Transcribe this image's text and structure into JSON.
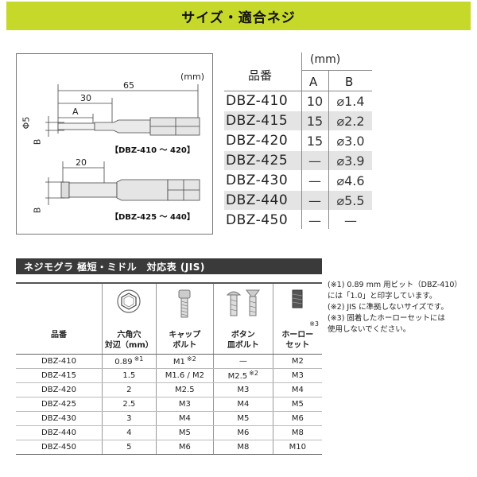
{
  "header": {
    "title": "サイズ・適合ネジ"
  },
  "diagram": {
    "unit": "(mm)",
    "dim_65": "65",
    "dim_30": "30",
    "dim_A": "A",
    "dim_phi5": "Φ5",
    "dim_B_top": "B",
    "caption_top": "【DBZ-410 ～ 420】",
    "dim_20": "20",
    "dim_B_bottom": "B",
    "caption_bottom": "【DBZ-425 ～ 440】"
  },
  "spec_table": {
    "unit": "(mm)",
    "col_code": "品番",
    "col_a": "A",
    "col_b": "B",
    "rows": [
      {
        "code": "DBZ-410",
        "a": "10",
        "b": "⌀1.4"
      },
      {
        "code": "DBZ-415",
        "a": "15",
        "b": "⌀2.2"
      },
      {
        "code": "DBZ-420",
        "a": "15",
        "b": "⌀3.0"
      },
      {
        "code": "DBZ-425",
        "a": "—",
        "b": "⌀3.9"
      },
      {
        "code": "DBZ-430",
        "a": "—",
        "b": "⌀4.6"
      },
      {
        "code": "DBZ-440",
        "a": "—",
        "b": "⌀5.5"
      },
      {
        "code": "DBZ-450",
        "a": "—",
        "b": "—"
      }
    ]
  },
  "jis_table": {
    "title": "ネジモグラ 極短・ミドル　対応表 (JIS)",
    "headers": {
      "code": "品番",
      "hex_line1": "六角穴",
      "hex_line2": "対辺（mm）",
      "cap_line1": "キャップ",
      "cap_line2": "ボルト",
      "button_line1": "ボタン",
      "button_line2": "皿ボルト",
      "set_note": "※3",
      "set_line1": "ホーロー",
      "set_line2": "セット"
    },
    "rows": [
      {
        "code": "DBZ-410",
        "hex": "0.89",
        "hex_sup": "※1",
        "cap": "M1",
        "cap_sup": "※2",
        "button": "—",
        "button_sup": "",
        "set": "M2"
      },
      {
        "code": "DBZ-415",
        "hex": "1.5",
        "hex_sup": "",
        "cap": "M1.6 / M2",
        "cap_sup": "",
        "button": "M2.5",
        "button_sup": "※2",
        "set": "M3"
      },
      {
        "code": "DBZ-420",
        "hex": "2",
        "hex_sup": "",
        "cap": "M2.5",
        "cap_sup": "",
        "button": "M3",
        "button_sup": "",
        "set": "M4"
      },
      {
        "code": "DBZ-425",
        "hex": "2.5",
        "hex_sup": "",
        "cap": "M3",
        "cap_sup": "",
        "button": "M4",
        "button_sup": "",
        "set": "M5"
      },
      {
        "code": "DBZ-430",
        "hex": "3",
        "hex_sup": "",
        "cap": "M4",
        "cap_sup": "",
        "button": "M5",
        "button_sup": "",
        "set": "M6"
      },
      {
        "code": "DBZ-440",
        "hex": "4",
        "hex_sup": "",
        "cap": "M5",
        "cap_sup": "",
        "button": "M6",
        "button_sup": "",
        "set": "M8"
      },
      {
        "code": "DBZ-450",
        "hex": "5",
        "hex_sup": "",
        "cap": "M6",
        "cap_sup": "",
        "button": "M8",
        "button_sup": "",
        "set": "M10"
      }
    ]
  },
  "notes": [
    "(※1) 0.89 mm 用ビット（DBZ-410）",
    "には「1.0」と印字しています。",
    "(※2) JIS に準拠しないサイズです。",
    "(※3) 固着したホーローセットには",
    "使用しないでください。"
  ]
}
